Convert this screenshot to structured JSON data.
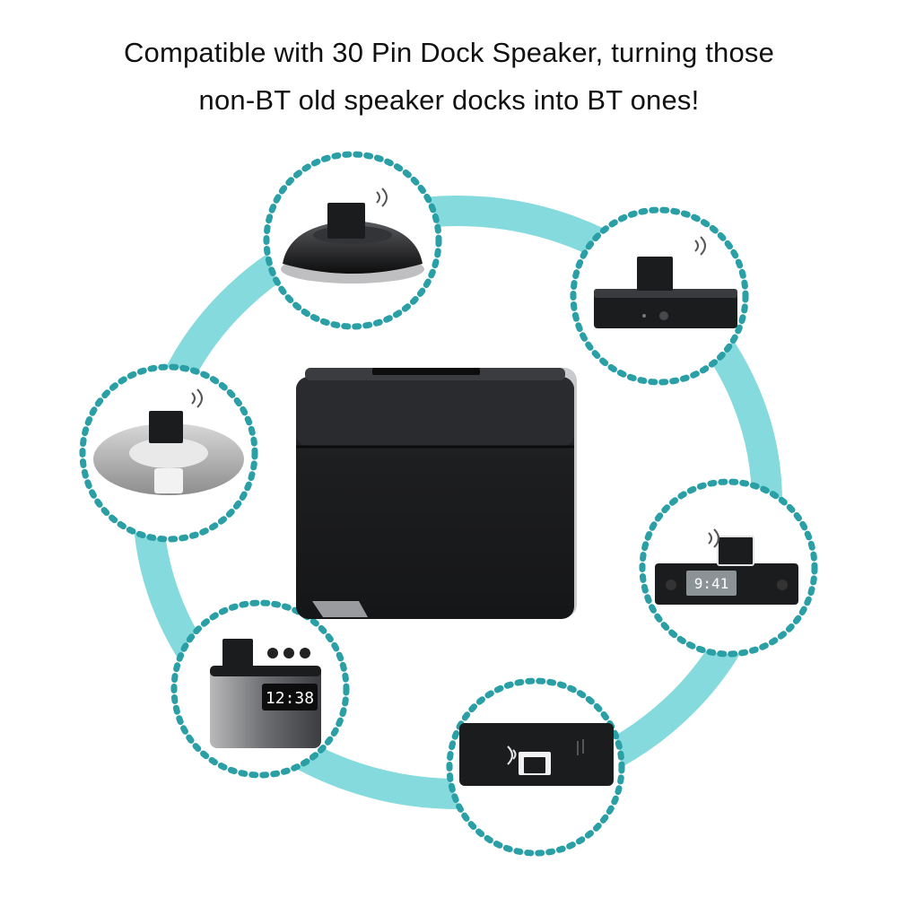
{
  "headline": {
    "line1": "Compatible with 30 Pin Dock Speaker, turning those",
    "line2": "non-BT old speaker docks into BT ones!"
  },
  "colors": {
    "background": "#ffffff",
    "ring": "#6fd3d6",
    "dots": "#2a9fa5",
    "adapter": "#1b1c1e",
    "text": "#111111"
  },
  "speakers": [
    {
      "name": "round-dome-dock-speaker",
      "icon": "dome-speaker-icon"
    },
    {
      "name": "flat-box-dock-speaker",
      "icon": "flat-speaker-icon"
    },
    {
      "name": "ring-dock-speaker",
      "icon": "ring-speaker-icon"
    },
    {
      "name": "alarm-clock-dock-speaker",
      "icon": "clock-radio-icon"
    },
    {
      "name": "cube-alarm-clock-speaker",
      "icon": "cube-clock-icon"
    },
    {
      "name": "bar-dock-speaker",
      "icon": "bar-speaker-icon"
    }
  ],
  "clock_displays": {
    "wide_clock": "9:41",
    "cube_clock": "12:38"
  }
}
